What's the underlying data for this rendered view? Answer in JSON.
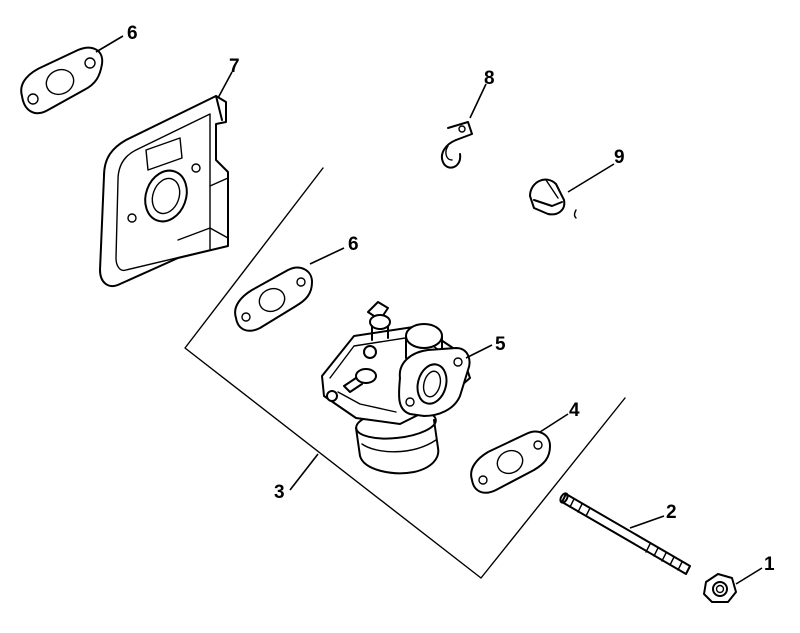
{
  "callouts": {
    "nut": "1",
    "stud": "2",
    "assembly_bracket": "3",
    "lower_gasket": "4",
    "carburetor": "5",
    "upper_gasket": "6",
    "mid_gasket": "6",
    "air_baffle": "7",
    "clip": "8",
    "cap": "9"
  }
}
